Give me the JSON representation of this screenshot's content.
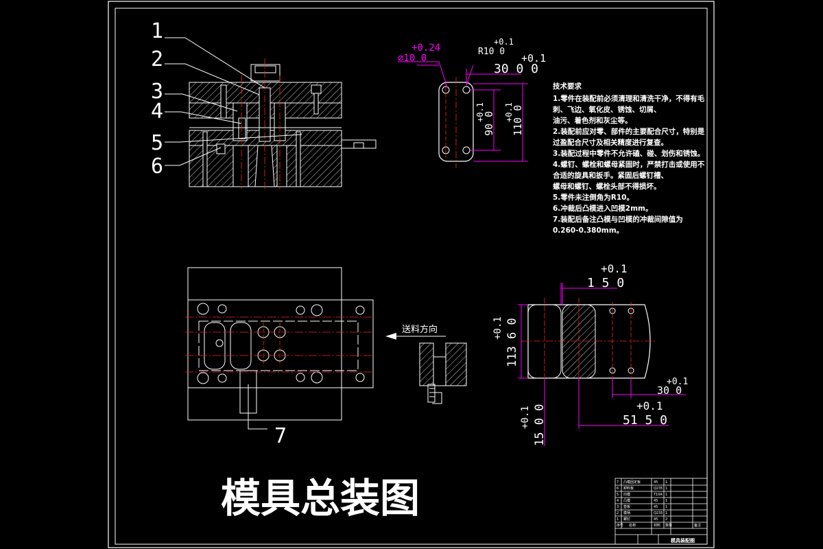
{
  "drawing_title": "模具总装图",
  "part_labels": [
    "1",
    "2",
    "3",
    "4",
    "5",
    "6",
    "7"
  ],
  "feed_direction": "送料方向",
  "tech_requirements": {
    "heading": "技术要求",
    "lines": [
      "1.零件在装配前必须清理和清洗干净，不得有毛",
      "刺、飞边、氧化皮、锈蚀、切屑、",
      "油污、着色剂和灰尘等。",
      "2.装配前应对零、部件的主要配合尺寸，特别是",
      "过盈配合尺寸及相关精度进行复查。",
      "3.装配过程中零件不允许磕、碰、划伤和锈蚀。",
      "4.螺钉、螺栓和螺母紧固时，严禁打击或使用不",
      "合适的旋具和扳手。紧固后螺钉槽、",
      "螺母和螺钉、螺栓头部不得损坏。",
      "5.零件未注倒角为R10。",
      "6.冲裁后凸模进入凹模2mm。",
      "7.装配后备注凸模与凹模的冲裁间隙值为",
      "0.260-0.380mm。"
    ]
  },
  "part_dims": {
    "hole_dia": "⌀10 0",
    "hole_tol": "+0.24",
    "radius": "R10 0",
    "radius_tol": "+0.1",
    "width": "30 0 0",
    "width_tol": "+0.1",
    "inner_h": "90 0",
    "inner_tol": "+0.1",
    "outer_h": "110 0",
    "outer_tol": "+0.1"
  },
  "die_dims": {
    "top": "1 5 0",
    "top_tol": "+0.1",
    "height": "113 6 0",
    "height_tol": "+0.1",
    "gap": "30 0",
    "gap_tol": "+0.1",
    "length": "51 5 0",
    "length_tol": "+0.1",
    "left": "15 0 0",
    "left_tol": "+0.1"
  },
  "title_block": {
    "rows": [
      {
        "no": "7",
        "name": "凸模固定板",
        "material": "45",
        "qty": "1"
      },
      {
        "no": "6",
        "name": "卸料板",
        "material": "Q235",
        "qty": "1"
      },
      {
        "no": "5",
        "name": "凹模",
        "material": "T10A",
        "qty": "1"
      },
      {
        "no": "4",
        "name": "凸模",
        "material": "45",
        "qty": "1"
      },
      {
        "no": "3",
        "name": "垫板",
        "material": "45",
        "qty": "1"
      },
      {
        "no": "2",
        "name": "模柄",
        "material": "Q235",
        "qty": "1"
      },
      {
        "no": "1",
        "name": "螺钉",
        "material": "45",
        "qty": "2"
      }
    ],
    "drawing_name": "模具装配图",
    "header_labels": [
      "序号",
      "名称",
      "材料",
      "数量",
      "备注"
    ]
  }
}
